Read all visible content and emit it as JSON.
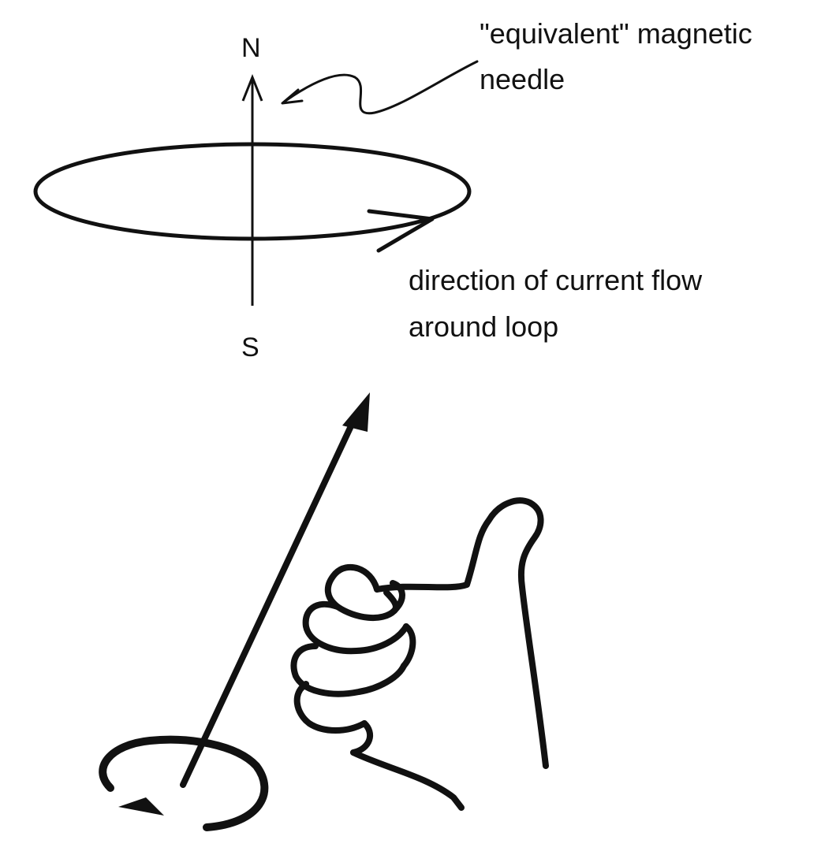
{
  "labels": {
    "north": "N",
    "south": "S",
    "needle_line1": "\"equivalent\" magnetic",
    "needle_line2": "needle",
    "current_line1": "direction of current flow",
    "current_line2": "around loop"
  },
  "colors": {
    "ink": "#111111",
    "background": "#ffffff"
  }
}
